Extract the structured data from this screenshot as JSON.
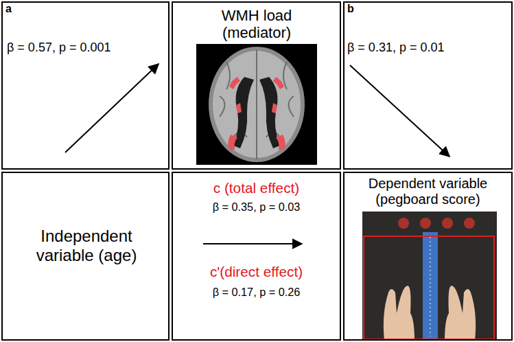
{
  "diagram": {
    "nodes": [
      {
        "text": [
          "a",
          "β = 0.57, p = 0.001"
        ]
      },
      {
        "text": [
          "WMH load (mediator)"
        ]
      },
      {
        "text": [
          "b",
          "β = 0.31, p = 0.01"
        ]
      },
      {
        "text": [
          "Independent variable (age)"
        ]
      },
      {
        "text": [
          "c (total effect)",
          "β = 0.35, p = 0.03",
          "c'(direct effect)",
          "β = 0.17, p = 0.26"
        ]
      },
      {
        "text": [
          "Dependent variable (pegboard score)"
        ]
      }
    ]
  }
}
